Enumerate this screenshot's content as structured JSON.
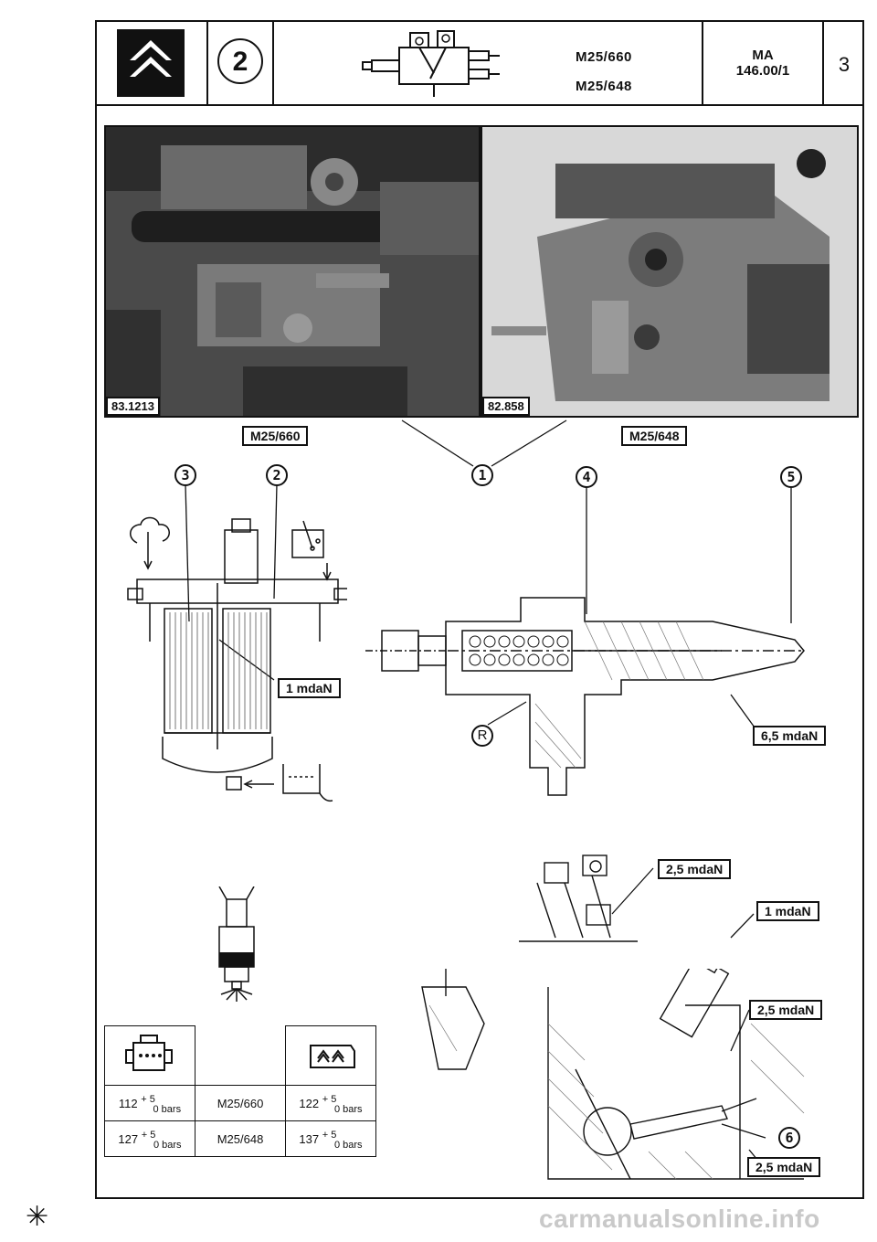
{
  "header": {
    "logo": "citroen-chevron-logo",
    "section_number": "2",
    "models": [
      "M25/660",
      "M25/648"
    ],
    "ref_line1": "MA",
    "ref_line2": "146.00/1",
    "page": "3"
  },
  "photos": {
    "left_ref": "83.1213",
    "right_ref": "82.858",
    "left_model": "M25/660",
    "right_model": "M25/648"
  },
  "callouts": {
    "c1": "1",
    "c2": "2",
    "c3": "3",
    "c4": "4",
    "c5": "5",
    "c6": "6",
    "cR": "R"
  },
  "torques": {
    "filter": "1 mdaN",
    "union": "6,5 mdaN",
    "pipe_top": "2,5 mdaN",
    "injector_clamp": "1 mdaN",
    "injector_mid": "2,5 mdaN",
    "glow_plug": "2,5 mdaN"
  },
  "pressure_table": {
    "rows": [
      {
        "left_value": "112",
        "left_tol": "+ 5",
        "left_unit": "0 bars",
        "model": "M25/660",
        "right_value": "122",
        "right_tol": "+ 5",
        "right_unit": "0 bars"
      },
      {
        "left_value": "127",
        "left_tol": "+ 5",
        "left_unit": "0 bars",
        "model": "M25/648",
        "right_value": "137",
        "right_tol": "+ 5",
        "right_unit": "0 bars"
      }
    ]
  },
  "footer": {
    "symbol": "✳",
    "watermark": "carmanualsonline.info"
  }
}
